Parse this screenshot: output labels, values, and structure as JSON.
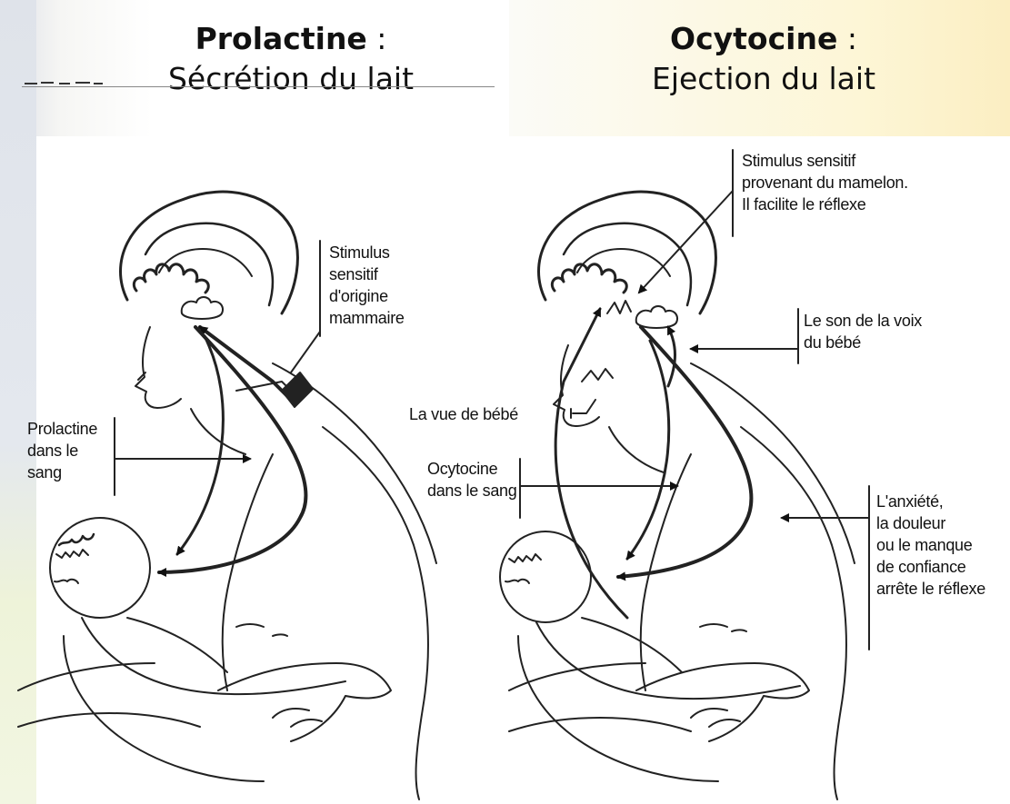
{
  "left_title": {
    "hormone": "Prolactine",
    "colon": " :",
    "function": "Sécrétion du lait"
  },
  "right_title": {
    "hormone": "Ocytocine",
    "colon": " :",
    "function": "Ejection du lait"
  },
  "left_labels": {
    "stimulus": "Stimulus\nsensitif\nd'origine\nmammaire",
    "blood": "Prolactine\ndans le\nsang"
  },
  "right_labels": {
    "stimulus": "Stimulus sensitif\nprovenant du mamelon.\nIl facilite le réflexe",
    "voice": "Le son de la voix\ndu bébé",
    "sight": "La vue de bébé",
    "blood": "Ocytocine\ndans le sang",
    "anxiety": "L'anxiété,\nla douleur\nou le manque\nde confiance\narrête le réflexe"
  },
  "colors": {
    "ink": "#111111",
    "background": "#ffffff"
  }
}
